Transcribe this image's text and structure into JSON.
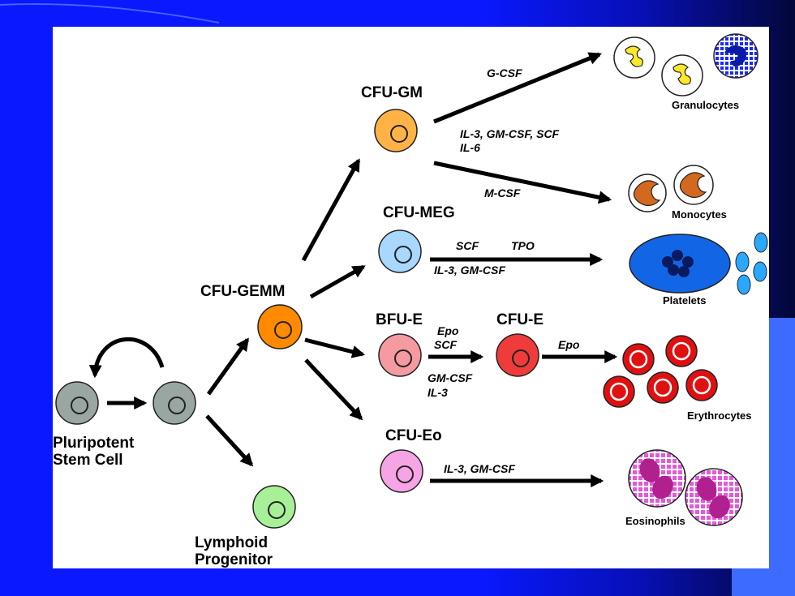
{
  "cells": {
    "pluripotent": "Pluripotent",
    "stem_cell": "Stem Cell",
    "lymphoid": "Lymphoid",
    "progenitor": "Progenitor",
    "cfu_gemm": "CFU-GEMM",
    "cfu_gm": "CFU-GM",
    "cfu_meg": "CFU-MEG",
    "bfu_e": "BFU-E",
    "cfu_e": "CFU-E",
    "cfu_eo": "CFU-Eo"
  },
  "factors": {
    "g_csf": "G-CSF",
    "gm_line1": "IL-3, GM-CSF, SCF",
    "gm_line2": "IL-6",
    "m_csf": "M-CSF",
    "meg_scf": "SCF",
    "meg_tpo": "TPO",
    "meg_line2": "IL-3, GM-CSF",
    "epo_bfu": "Epo",
    "scf_bfu": "SCF",
    "gmcsf_bfu": "GM-CSF",
    "il3_bfu": "IL-3",
    "epo_cfu_e": "Epo",
    "eo_factors": "IL-3, GM-CSF"
  },
  "mature": {
    "granulocytes": "Granulocytes",
    "monocytes": "Monocytes",
    "platelets": "Platelets",
    "erythrocytes": "Erythrocytes",
    "eosinophils": "Eosinophils"
  },
  "colors": {
    "slide_blue": "#0a18ff",
    "stem": "#9aa6a2",
    "gemm": "#ff8a00",
    "gm": "#ffb347",
    "meg": "#a8d8ff",
    "bfu_e": "#f59aa0",
    "cfu_e": "#ef3b3b",
    "eo": "#f7a4e6",
    "lymphoid": "#a8f098"
  }
}
